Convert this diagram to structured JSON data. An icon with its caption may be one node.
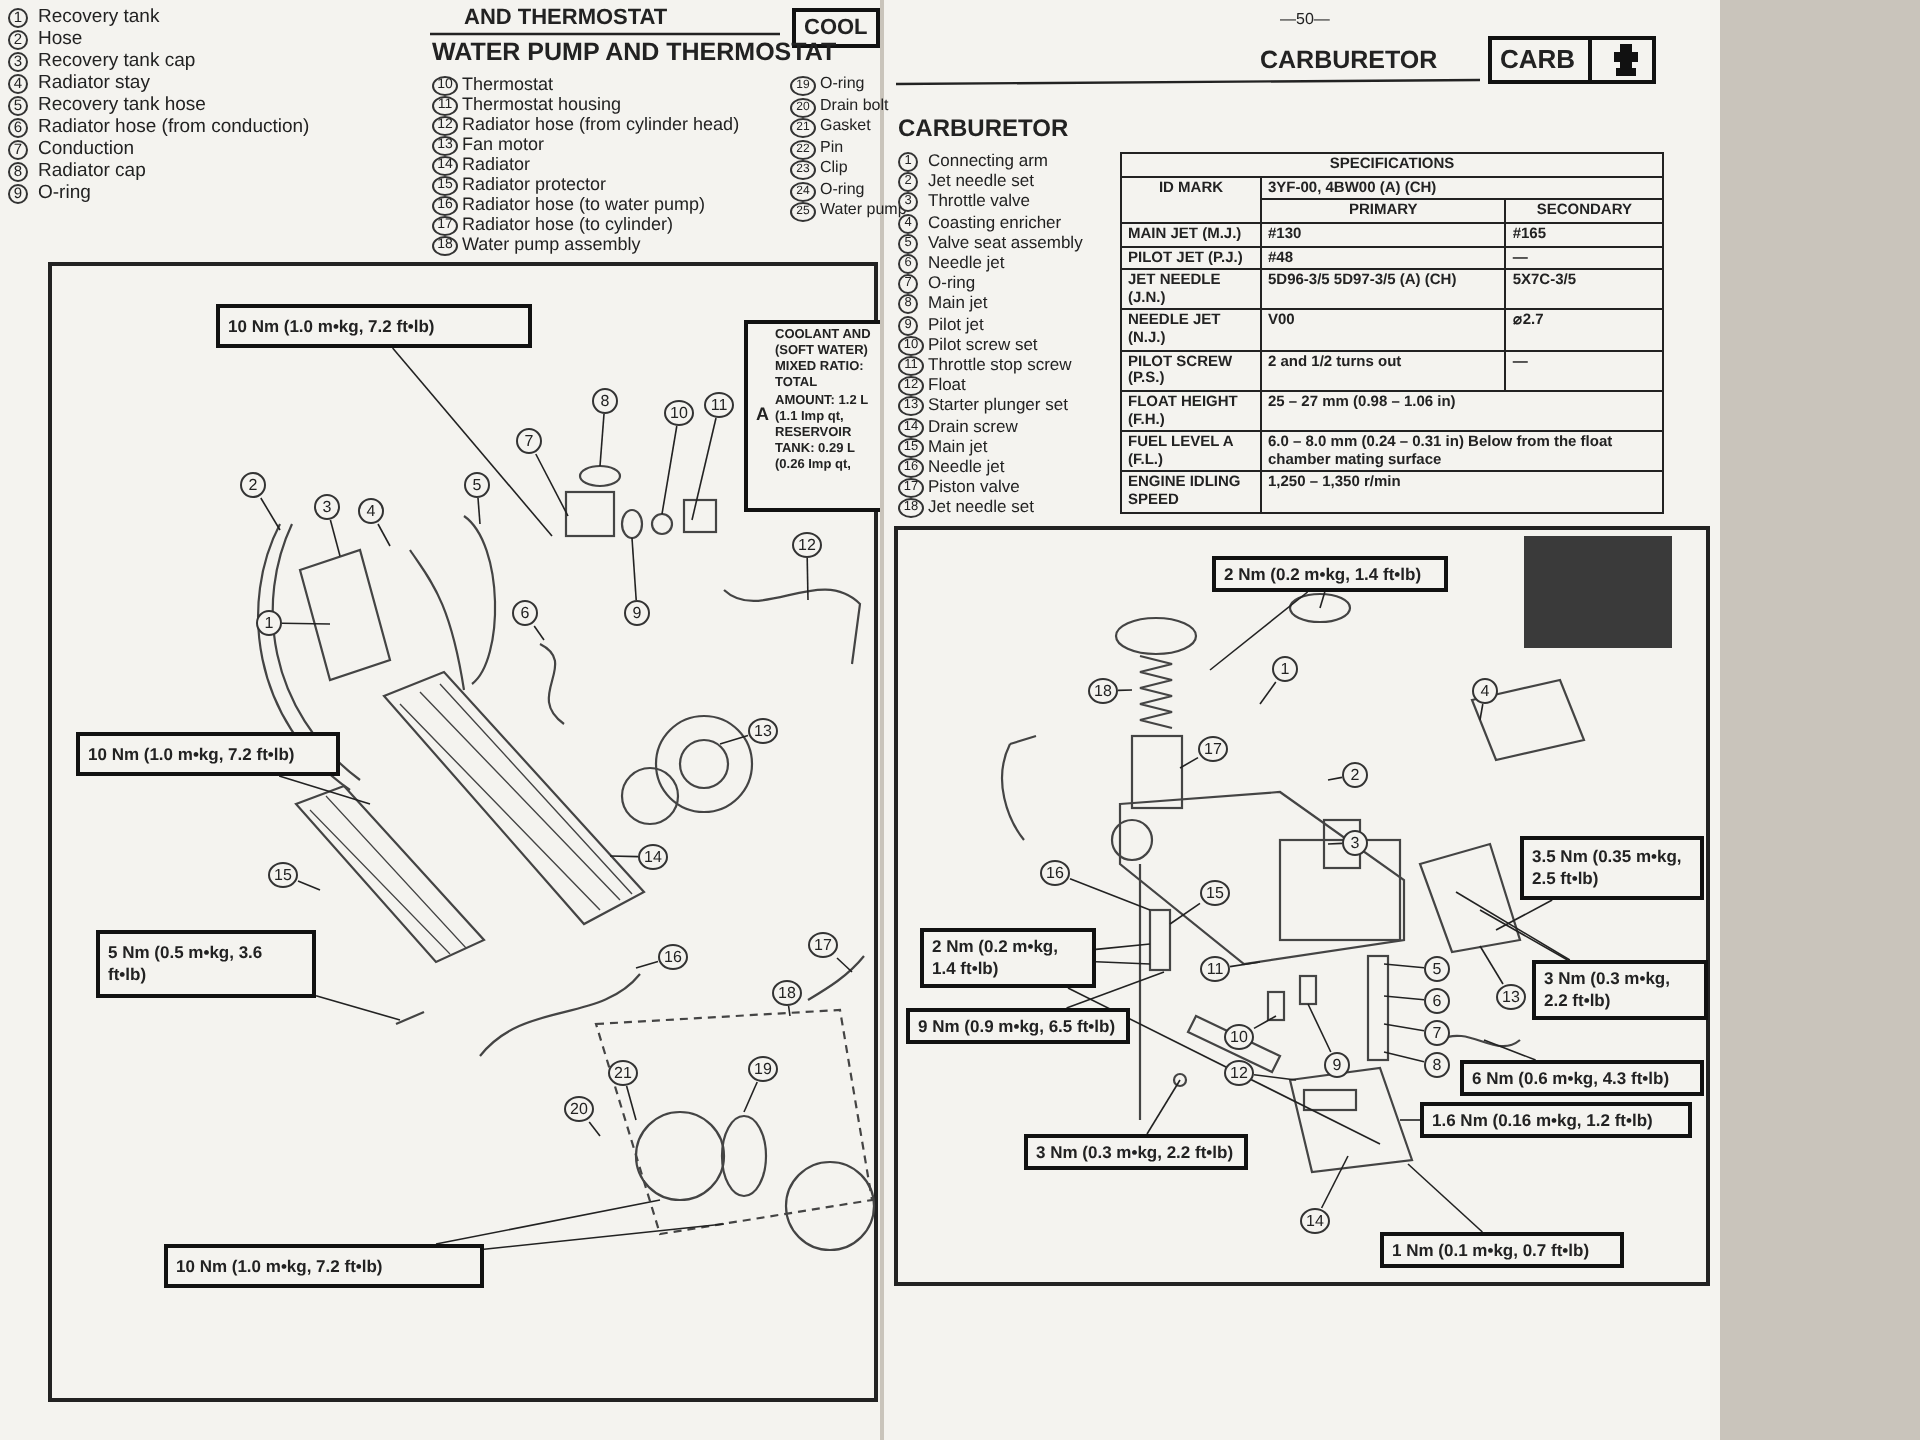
{
  "diagram": {
    "nodes": [
      {
        "text": [
          "10 Nm (1.0 m•kg, 7.2 ft•lb)"
        ]
      },
      {
        "text": [
          "A",
          "COOLANT AND (SOFT WATER) MIXED RATIO: TOTAL AMOUNT: 1.2 L (1.1 Imp qt, RESERVOIR TANK: 0.29 L (0.26 Imp qt,"
        ]
      },
      {
        "text": [
          "2"
        ]
      },
      {
        "text": [
          "3"
        ]
      },
      {
        "text": [
          "4"
        ]
      },
      {
        "text": [
          "5"
        ]
      },
      {
        "text": [
          "7"
        ]
      },
      {
        "text": [
          "8"
        ]
      },
      {
        "text": [
          "9"
        ]
      },
      {
        "text": [
          "10"
        ]
      },
      {
        "text": [
          "11"
        ]
      },
      {
        "text": [
          "6"
        ]
      },
      {
        "text": [
          "12"
        ]
      },
      {
        "text": [
          "1"
        ]
      },
      {
        "text": [
          "10 Nm (1.0 m•kg, 7.2 ft•lb)"
        ]
      },
      {
        "text": [
          "13"
        ]
      },
      {
        "text": [
          "14"
        ]
      },
      {
        "text": [
          "15"
        ]
      },
      {
        "text": [
          "5 Nm (0.5 m•kg, 3.6 ft•lb)"
        ]
      },
      {
        "text": [
          "16"
        ]
      },
      {
        "text": [
          "17"
        ]
      },
      {
        "text": [
          "18"
        ]
      },
      {
        "text": [
          "19"
        ]
      },
      {
        "text": [
          "20"
        ]
      },
      {
        "text": [
          "21"
        ]
      },
      {
        "text": [
          "10 Nm (1.0 m•kg, 7.2 ft•lb)"
        ]
      },
      {
        "text": [
          "2 Nm (0.2 m•kg, 1.4 ft•lb)"
        ]
      },
      {
        "text": [
          "1"
        ]
      },
      {
        "text": [
          "18"
        ]
      },
      {
        "text": [
          "4"
        ]
      },
      {
        "text": [
          "17"
        ]
      },
      {
        "text": [
          "2"
        ]
      },
      {
        "text": [
          "3"
        ]
      },
      {
        "text": [
          "3.5 Nm (0.35 m•kg, 2.5 ft•lb)"
        ]
      },
      {
        "text": [
          "16"
        ]
      },
      {
        "text": [
          "15"
        ]
      },
      {
        "text": [
          "2 Nm (0.2 m•kg, 1.4 ft•lb)"
        ]
      },
      {
        "text": [
          "11"
        ]
      },
      {
        "text": [
          "13"
        ]
      },
      {
        "text": [
          "5"
        ]
      },
      {
        "text": [
          "3 Nm (0.3 m•kg, 2.2 ft•lb)"
        ]
      },
      {
        "text": [
          "10"
        ]
      },
      {
        "text": [
          "6"
        ]
      },
      {
        "text": [
          "7"
        ]
      },
      {
        "text": [
          "9"
        ]
      },
      {
        "text": [
          "8"
        ]
      },
      {
        "text": [
          "9 Nm (0.9 m•kg, 6.5 ft•lb)"
        ]
      },
      {
        "text": [
          "12"
        ]
      },
      {
        "text": [
          "6 Nm (0.6 m•kg, 4.3 ft•lb)"
        ]
      },
      {
        "text": [
          "1.6 Nm (0.16 m•kg, 1.2 ft•lb)"
        ]
      },
      {
        "text": [
          "3 Nm (0.3 m•kg, 2.2 ft•lb)"
        ]
      },
      {
        "text": [
          "14"
        ]
      },
      {
        "text": [
          "1 Nm (0.1 m•kg, 0.7 ft•lb)"
        ]
      }
    ],
    "edges": [
      {
        "from": 0,
        "to": null,
        "arrow": "none"
      },
      {
        "from": 2,
        "to": null,
        "arrow": "none"
      },
      {
        "from": 3,
        "to": null,
        "arrow": "none"
      },
      {
        "from": 4,
        "to": null,
        "arrow": "none"
      },
      {
        "from": 5,
        "to": null,
        "arrow": "none"
      },
      {
        "from": 6,
        "to": null,
        "arrow": "none"
      },
      {
        "from": 7,
        "to": null,
        "arrow": "none"
      },
      {
        "from": 8,
        "to": null,
        "arrow": "none"
      },
      {
        "from": 9,
        "to": null,
        "arrow": "none"
      },
      {
        "from": 10,
        "to": null,
        "arrow": "none"
      },
      {
        "from": 11,
        "to": null,
        "arrow": "none"
      },
      {
        "from": 12,
        "to": null,
        "arrow": "none"
      },
      {
        "from": 13,
        "to": null,
        "arrow": "none"
      },
      {
        "from": 14,
        "to": null,
        "arrow": "none"
      },
      {
        "from": 15,
        "to": null,
        "arrow": "none"
      },
      {
        "from": 16,
        "to": null,
        "arrow": "none"
      },
      {
        "from": 17,
        "to": null,
        "arrow": "none"
      },
      {
        "from": 18,
        "to": null,
        "arrow": "none"
      },
      {
        "from": 19,
        "to": null,
        "arrow": "none"
      },
      {
        "from": 20,
        "to": null,
        "arrow": "none"
      },
      {
        "from": 21,
        "to": null,
        "arrow": "none"
      },
      {
        "from": 22,
        "to": null,
        "arrow": "none"
      },
      {
        "from": 23,
        "to": null,
        "arrow": "none"
      },
      {
        "from": 24,
        "to": null,
        "arrow": "none"
      },
      {
        "from": 25,
        "to": null,
        "arrow": "none"
      },
      {
        "from": 25,
        "to": null,
        "arrow": "none"
      },
      {
        "from": 26,
        "to": null,
        "arrow": "none"
      },
      {
        "from": 26,
        "to": null,
        "arrow": "none"
      },
      {
        "from": 27,
        "to": null,
        "arrow": "none"
      },
      {
        "from": 28,
        "to": null,
        "arrow": "none"
      },
      {
        "from": 29,
        "to": null,
        "arrow": "none"
      },
      {
        "from": 30,
        "to": null,
        "arrow": "none"
      },
      {
        "from": 31,
        "to": null,
        "arrow": "none"
      },
      {
        "from": 32,
        "to": null,
        "arrow": "none"
      },
      {
        "from": 33,
        "to": null,
        "arrow": "none"
      },
      {
        "from": 34,
        "to": null,
        "arrow": "none"
      },
      {
        "from": 35,
        "to": null,
        "arrow": "none"
      },
      {
        "from": 36,
        "to": null,
        "arrow": "none"
      },
      {
        "from": 36,
        "to": null,
        "arrow": "none"
      },
      {
        "from": 36,
        "to": null,
        "arrow": "none"
      },
      {
        "from": 37,
        "to": null,
        "arrow": "none"
      },
      {
        "from": 38,
        "to": null,
        "arrow": "none"
      },
      {
        "from": 39,
        "to": null,
        "arrow": "none"
      },
      {
        "from": 40,
        "to": null,
        "arrow": "none"
      },
      {
        "from": 40,
        "to": null,
        "arrow": "none"
      },
      {
        "from": 41,
        "to": null,
        "arrow": "none"
      },
      {
        "from": 42,
        "to": null,
        "arrow": "none"
      },
      {
        "from": 43,
        "to": null,
        "arrow": "none"
      },
      {
        "from": 44,
        "to": null,
        "arrow": "none"
      },
      {
        "from": 45,
        "to": null,
        "arrow": "none"
      },
      {
        "from": 46,
        "to": null,
        "arrow": "none"
      },
      {
        "from": 47,
        "to": null,
        "arrow": "none"
      },
      {
        "from": 48,
        "to": null,
        "arrow": "none"
      },
      {
        "from": 49,
        "to": null,
        "arrow": "none"
      },
      {
        "from": 50,
        "to": null,
        "arrow": "none"
      },
      {
        "from": 51,
        "to": null,
        "arrow": "none"
      },
      {
        "from": 52,
        "to": null,
        "arrow": "none"
      }
    ],
    "labels": [
      "AND THERMOSTAT",
      "COOL",
      "WATER PUMP AND THERMOSTAT",
      "1",
      "Recovery tank",
      "2",
      "Hose",
      "3",
      "Recovery tank cap",
      "4",
      "Radiator stay",
      "5",
      "Recovery tank hose",
      "6",
      "Radiator hose (from conduction)",
      "7",
      "Conduction",
      "8",
      "Radiator cap",
      "9",
      "O-ring",
      "10",
      "Thermostat",
      "11",
      "Thermostat housing",
      "12",
      "Radiator hose (from cylinder head)",
      "13",
      "Fan motor",
      "14",
      "Radiator",
      "15",
      "Radiator protector",
      "16",
      "Radiator hose (to water pump)",
      "17",
      "Radiator hose (to cylinder)",
      "18",
      "Water pump assembly",
      "19",
      "O-ring",
      "20",
      "Drain bolt",
      "21",
      "Gasket",
      "22",
      "Pin",
      "23",
      "Clip",
      "24",
      "O-ring",
      "25",
      "Water pump",
      "—50—",
      "CARBURETOR",
      "CARB",
      "CARBURETOR",
      "1",
      "Connecting arm",
      "2",
      "Jet needle set",
      "3",
      "Throttle valve",
      "4",
      "Coasting enricher",
      "5",
      "Valve seat assembly",
      "6",
      "Needle jet",
      "7",
      "O-ring",
      "8",
      "Main jet",
      "9",
      "Pilot jet",
      "10",
      "Pilot screw set",
      "11",
      "Throttle stop screw",
      "12",
      "Float",
      "13",
      "Starter plunger set",
      "14",
      "Drain screw",
      "15",
      "Main jet",
      "16",
      "Needle jet",
      "17",
      "Piston valve",
      "18",
      "Jet needle set",
      "SPECIFICATIONS",
      "ID MARK",
      "3YF-00, 4BW00 (A) (CH)",
      "PRIMARY",
      "SECONDARY",
      "MAIN JET (M.J.)",
      "#130",
      "#165",
      "PILOT JET (P.J.)",
      "#48",
      "—",
      "JET NEEDLE (J.N.)",
      "5D96-3/5 5D97-3/5 (A) (CH)",
      "5X7C-3/5",
      "NEEDLE JET (N.J.)",
      "V00",
      "⌀2.7",
      "PILOT SCREW (P.S.)",
      "2 and 1/2 turns out",
      "—",
      "FLOAT HEIGHT (F.H.)",
      "25 – 27 mm (0.98 – 1.06 in)",
      "FUEL LEVEL A (F.L.)",
      "6.0 – 8.0 mm (0.24 – 0.31 in) Below from the float chamber mating surface",
      "ENGINE IDLING SPEED",
      "1,250 – 1,350 r/min"
    ]
  }
}
